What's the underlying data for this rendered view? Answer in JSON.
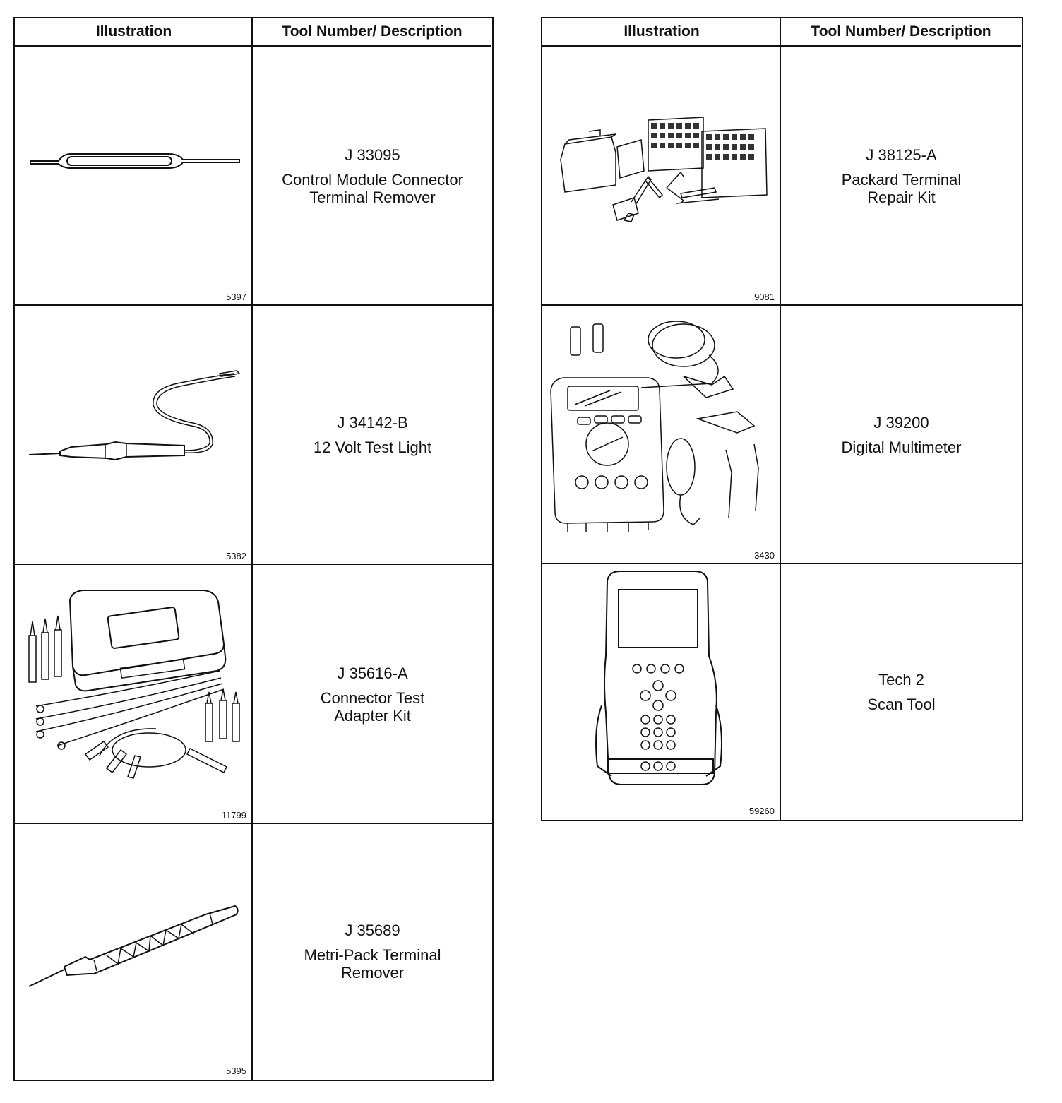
{
  "tables": [
    {
      "headers": {
        "illustration": "Illustration",
        "description": "Tool Number/ Description"
      },
      "rows": [
        {
          "tool_number": "J 33095",
          "desc_line1": "Control Module Connector",
          "desc_line2": "Terminal Remover",
          "fig": "5397",
          "icon": "terminal-remover-tool-icon"
        },
        {
          "tool_number": "J 34142-B",
          "desc_line1": "12 Volt Test Light",
          "desc_line2": "",
          "fig": "5382",
          "icon": "test-light-icon"
        },
        {
          "tool_number": "J 35616-A",
          "desc_line1": "Connector Test",
          "desc_line2": "Adapter Kit",
          "fig": "11799",
          "icon": "adapter-kit-icon"
        },
        {
          "tool_number": "J 35689",
          "desc_line1": "Metri-Pack Terminal",
          "desc_line2": "Remover",
          "fig": "5395",
          "icon": "metri-pack-remover-icon"
        }
      ]
    },
    {
      "headers": {
        "illustration": "Illustration",
        "description": "Tool Number/ Description"
      },
      "rows": [
        {
          "tool_number": "J 38125-A",
          "desc_line1": "Packard Terminal",
          "desc_line2": "Repair Kit",
          "fig": "9081",
          "icon": "terminal-repair-kit-icon"
        },
        {
          "tool_number": "J 39200",
          "desc_line1": "Digital Multimeter",
          "desc_line2": "",
          "fig": "3430",
          "icon": "multimeter-icon"
        },
        {
          "tool_number": "Tech 2",
          "desc_line1": "Scan Tool",
          "desc_line2": "",
          "fig": "59260",
          "icon": "scan-tool-icon"
        }
      ]
    }
  ]
}
